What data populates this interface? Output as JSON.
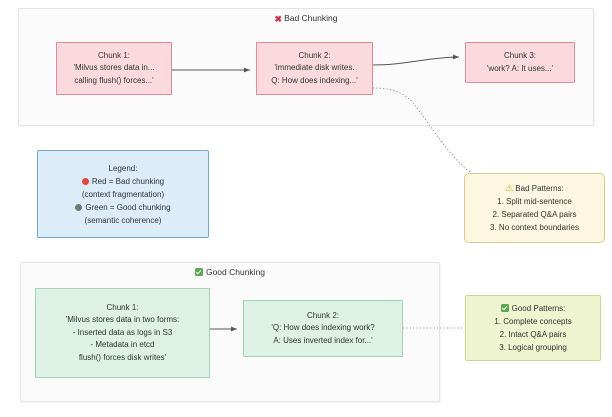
{
  "diagram": {
    "title": "Chunking comparison diagram",
    "colors": {
      "bad_fill": "#fadadd",
      "bad_stroke": "#e8879b",
      "good_fill": "#ddf2e4",
      "good_stroke": "#9fd5b4",
      "legend_fill": "#dcedf9",
      "legend_stroke": "#6fa8d0",
      "bad_patterns_fill": "#fdf6e0",
      "bad_patterns_stroke": "#dcc98b",
      "good_patterns_fill": "#edf4cf",
      "good_patterns_stroke": "#c8d78a",
      "red_dot": "#e8453c",
      "green_dot": "#6b7b72",
      "x_mark": "#d8324a",
      "check": "#5aa84f",
      "warn": "#d8a21a",
      "edge": "#555555"
    }
  },
  "bad_section": {
    "title": "Bad Chunking",
    "title_icon": "x-mark-icon",
    "nodes": [
      {
        "id": "bad-chunk-1",
        "heading": "Chunk 1:",
        "line1": "'Milvus stores data in...",
        "line2": "calling flush() forces...'"
      },
      {
        "id": "bad-chunk-2",
        "heading": "Chunk 2:",
        "line1": "'immediate disk writes.",
        "line2": "Q: How does indexing...'"
      },
      {
        "id": "bad-chunk-3",
        "heading": "Chunk 3:",
        "line1": "'work? A: It uses...'",
        "line2": ""
      }
    ]
  },
  "good_section": {
    "title": "Good Chunking",
    "title_icon": "green-check-icon",
    "nodes": [
      {
        "id": "good-chunk-1",
        "heading": "Chunk 1:",
        "line1": "'Milvus stores data in two forms:",
        "line2": "- Inserted data as logs in S3",
        "line3": "- Metadata in etcd",
        "line4": "flush() forces disk writes'"
      },
      {
        "id": "good-chunk-2",
        "heading": "Chunk 2:",
        "line1": "'Q: How does indexing work?",
        "line2": "A: Uses inverted index for...'"
      }
    ]
  },
  "legend": {
    "title": "Legend:",
    "items": [
      {
        "marker": "red-dot-icon",
        "label": "Red = Bad chunking",
        "sub": "(context fragmentation)"
      },
      {
        "marker": "green-dot-icon",
        "label": "Green = Good chunking",
        "sub": "(semantic coherence)"
      }
    ]
  },
  "bad_patterns": {
    "icon": "warning-icon",
    "title": "Bad Patterns:",
    "items": [
      "1. Split mid-sentence",
      "2. Separated Q&A pairs",
      "3. No context boundaries"
    ]
  },
  "good_patterns": {
    "icon": "green-check-icon",
    "title": "Good Patterns:",
    "items": [
      "1. Complete concepts",
      "2. Intact Q&A pairs",
      "3. Logical grouping"
    ]
  }
}
